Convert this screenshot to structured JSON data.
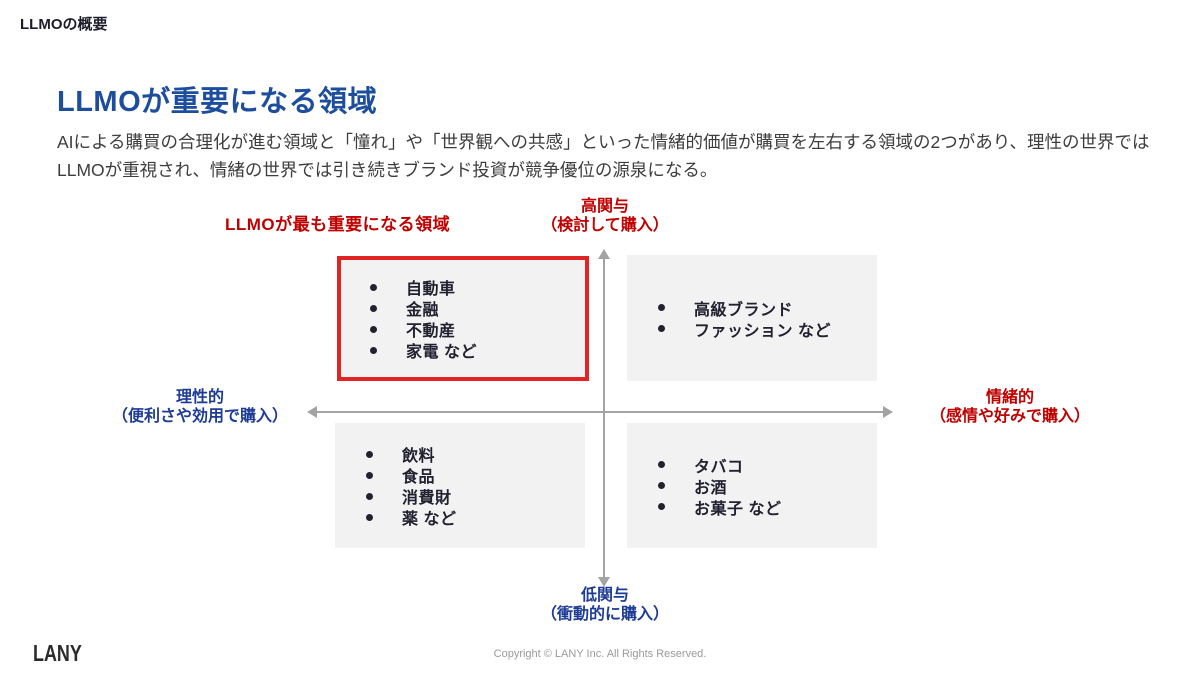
{
  "page": {
    "breadcrumb": "LLMOの概要",
    "title": "LLMOが重要になる領域",
    "description": "AIによる購買の合理化が進む領域と「憧れ」や「世界観への共感」といった情緒的価値が購買を左右する領域の2つがあり、理性の世界ではLLMOが重視され、情緒の世界では引き続きブランド投資が競争優位の源泉になる。"
  },
  "colors": {
    "title_blue": "#1d4e9e",
    "axis_label_blue": "#1e3c96",
    "accent_red": "#c00000",
    "highlight_border_red": "#e02424",
    "quadrant_background": "#f2f2f3",
    "axis_gray": "#a3a3a3"
  },
  "diagram": {
    "callout": "LLMOが最も重要になる領域",
    "axes": {
      "top": {
        "line1": "高関与",
        "line2": "（検討して購入）"
      },
      "bottom": {
        "line1": "低関与",
        "line2": "（衝動的に購入）"
      },
      "left": {
        "line1": "理性的",
        "line2": "（便利さや効用で購入）"
      },
      "right": {
        "line1": "情緒的",
        "line2": "（感情や好みで購入）"
      }
    },
    "quadrants": {
      "top_left": {
        "highlighted": true,
        "items": [
          "自動車",
          "金融",
          "不動産",
          "家電 など"
        ]
      },
      "top_right": {
        "highlighted": false,
        "items": [
          "高級ブランド",
          "ファッション など"
        ]
      },
      "bottom_left": {
        "highlighted": false,
        "items": [
          "飲料",
          "食品",
          "消費財",
          "薬 など"
        ]
      },
      "bottom_right": {
        "highlighted": false,
        "items": [
          "タバコ",
          "お酒",
          "お菓子 など"
        ]
      }
    }
  },
  "footer": {
    "logo": "LANY",
    "copyright": "Copyright © LANY Inc. All Rights Reserved."
  }
}
